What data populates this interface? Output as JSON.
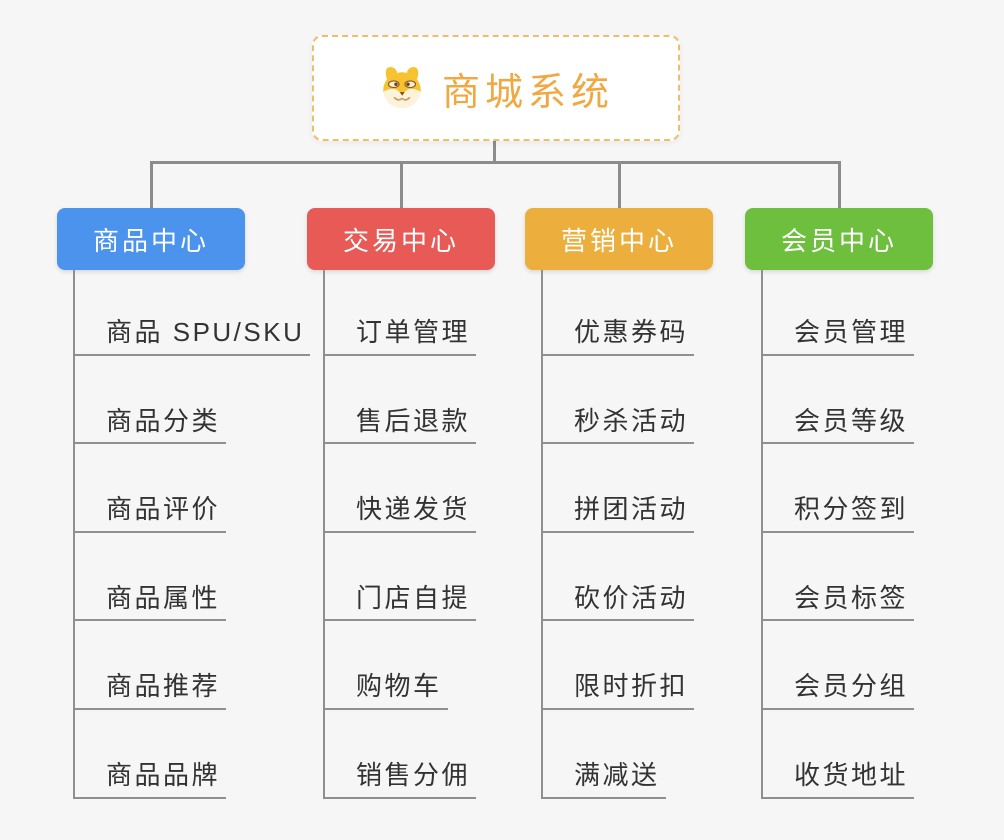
{
  "root": {
    "title": "商城系统",
    "icon": "doge-face-icon",
    "title_color": "#f0a842",
    "border_color": "#efbe6b"
  },
  "connector_color": "#8c8c8c",
  "branches": [
    {
      "id": "product-center",
      "label": "商品中心",
      "color": "#4b93ec",
      "items": [
        "商品 SPU/SKU",
        "商品分类",
        "商品评价",
        "商品属性",
        "商品推荐",
        "商品品牌"
      ]
    },
    {
      "id": "trade-center",
      "label": "交易中心",
      "color": "#e75a56",
      "items": [
        "订单管理",
        "售后退款",
        "快递发货",
        "门店自提",
        "购物车",
        "销售分佣"
      ]
    },
    {
      "id": "marketing-center",
      "label": "营销中心",
      "color": "#ecae3d",
      "items": [
        "优惠券码",
        "秒杀活动",
        "拼团活动",
        "砍价活动",
        "限时折扣",
        "满减送"
      ]
    },
    {
      "id": "member-center",
      "label": "会员中心",
      "color": "#6fbf3f",
      "items": [
        "会员管理",
        "会员等级",
        "积分签到",
        "会员标签",
        "会员分组",
        "收货地址"
      ]
    }
  ]
}
